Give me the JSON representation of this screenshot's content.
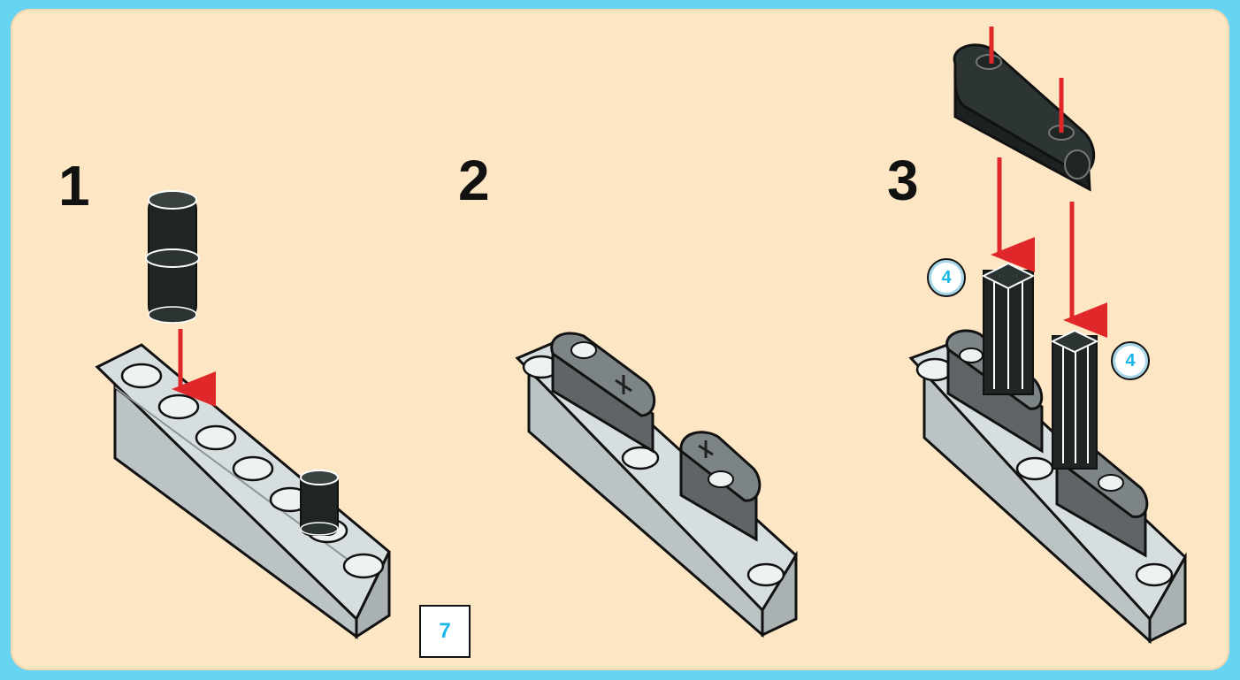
{
  "steps": [
    {
      "number": "1"
    },
    {
      "number": "2"
    },
    {
      "number": "3"
    }
  ],
  "quantity_labels": [
    "4",
    "4"
  ],
  "page_number": "7",
  "colors": {
    "border": "#67d4f2",
    "panel": "#fde6c3",
    "beam": "#cfd6d8",
    "connector": "#777d7f",
    "pin": "#1f2424",
    "arrow": "#e0282a",
    "badge_text": "#19b7e7"
  }
}
